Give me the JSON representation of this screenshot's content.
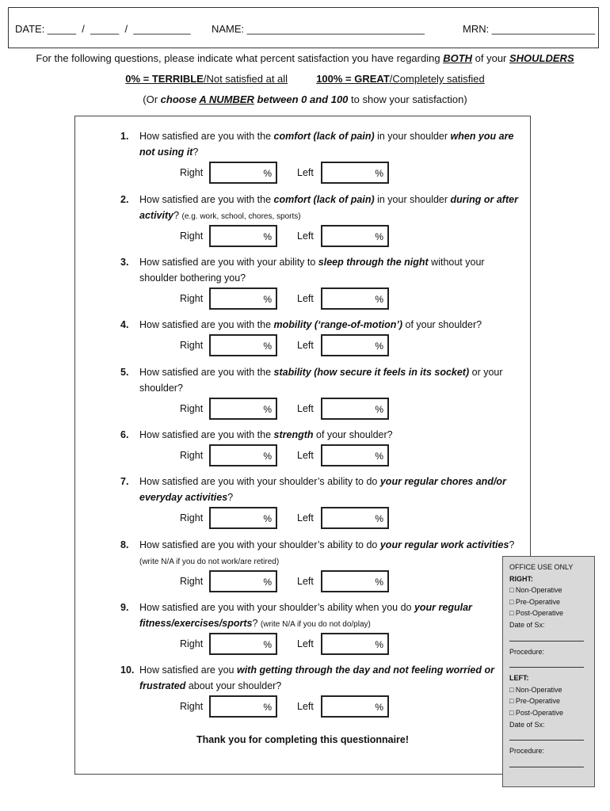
{
  "header": {
    "date_label": "DATE: _____  /  _____  /  __________",
    "name_label": "NAME: _______________________________",
    "mrn_label": "MRN: __________________"
  },
  "intro": {
    "line1_pre": "For the following questions, please indicate what percent satisfaction you have regarding ",
    "line1_both": "BOTH",
    "line1_mid": " of your ",
    "line1_shoulders": "SHOULDERS",
    "line2_terrible": "0% = TERRIBLE",
    "line2_terrible_desc": "/Not satisfied at all",
    "line2_great": "100% = GREAT",
    "line2_great_desc": "/Completely satisfied",
    "line3_open": "(Or ",
    "line3_choose": "choose ",
    "line3_number": "A NUMBER",
    "line3_between": " between 0 and 100",
    "line3_close": " to show your satisfaction)"
  },
  "answer_labels": {
    "right": "Right",
    "left": "Left",
    "percent": "%"
  },
  "questions": [
    {
      "num": "1.",
      "p1": "How satisfied are you with the ",
      "b1": "comfort (lack of pain)",
      "p2": " in your shoulder ",
      "b2": "when you are not using it",
      "p3": "?",
      "note": ""
    },
    {
      "num": "2.",
      "p1": "How satisfied are you with the ",
      "b1": "comfort (lack of pain)",
      "p2": " in your shoulder ",
      "b2": "during or after activity",
      "p3": "? ",
      "note": "(e.g. work, school, chores, sports)"
    },
    {
      "num": "3.",
      "p1": "How satisfied are you with your ability to ",
      "b1": "sleep through the night",
      "p2": " without your shoulder bothering you?",
      "b2": "",
      "p3": "",
      "note": ""
    },
    {
      "num": "4.",
      "p1": "How satisfied are you with the ",
      "b1": "mobility (‘range-of-motion’)",
      "p2": " of your shoulder?",
      "b2": "",
      "p3": "",
      "note": ""
    },
    {
      "num": "5.",
      "p1": "How satisfied are you with the ",
      "b1": "stability (how secure it feels in its socket)",
      "p2": " or your shoulder?",
      "b2": "",
      "p3": "",
      "note": ""
    },
    {
      "num": "6.",
      "p1": "How satisfied are you with the ",
      "b1": "strength",
      "p2": " of your shoulder?",
      "b2": "",
      "p3": "",
      "note": ""
    },
    {
      "num": "7.",
      "p1": "How satisfied are you with your shoulder’s ability to do ",
      "b1": "your regular chores and/or everyday activities",
      "p2": "?",
      "b2": "",
      "p3": "",
      "note": ""
    },
    {
      "num": "8.",
      "p1": "How satisfied are you with your shoulder’s ability to do ",
      "b1": "your regular work activities",
      "p2": "? ",
      "b2": "",
      "p3": "",
      "note": "(write N/A if you do not work/are retired)"
    },
    {
      "num": "9.",
      "p1": " How satisfied are you with your shoulder’s ability when you do ",
      "b1": "your regular fitness/exercises/sports",
      "p2": "? ",
      "b2": "",
      "p3": "",
      "note": "(write N/A if you do not do/play)"
    },
    {
      "num": "10.",
      "p1": "How satisfied are you ",
      "b1": "with getting through the day and not feeling worried or frustrated",
      "p2": " about your shoulder?",
      "b2": "",
      "p3": "",
      "note": ""
    }
  ],
  "thanks": "Thank you for completing this questionnaire!",
  "office": {
    "title": "OFFICE USE ONLY",
    "right": "RIGHT:",
    "left": "LEFT:",
    "non_op": "□ Non-Operative",
    "pre_op": "□ Pre-Operative",
    "post_op": "□ Post-Operative",
    "date_sx": "Date of Sx:",
    "procedure": "Procedure:"
  }
}
